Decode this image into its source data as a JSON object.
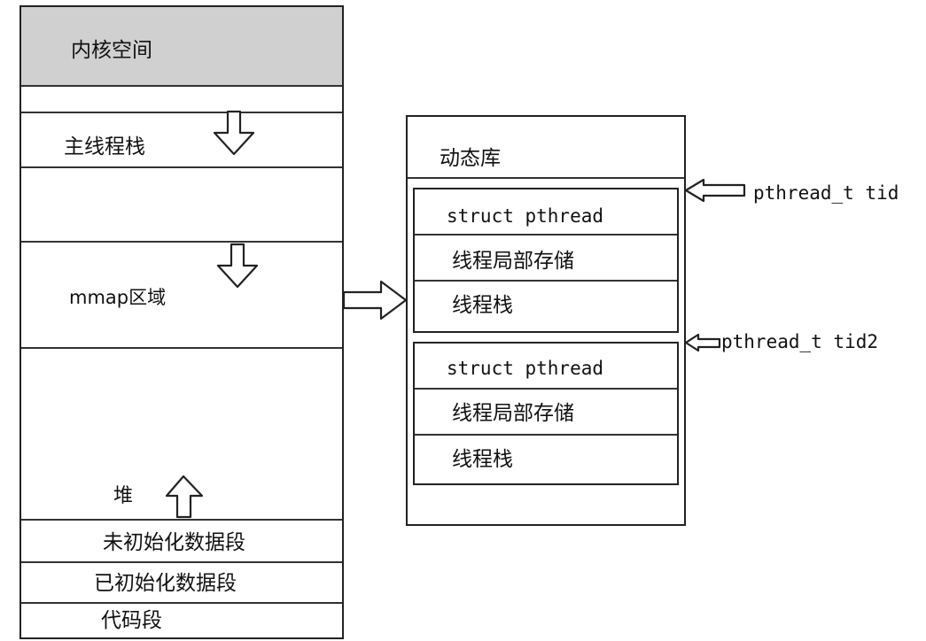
{
  "left_column": {
    "kernel_space": "内核空间",
    "main_thread_stack": "主线程栈",
    "mmap_region": "mmap区域",
    "heap": "堆",
    "bss": "未初始化数据段",
    "data": "已初始化数据段",
    "text": "代码段"
  },
  "right_column": {
    "dynamic_lib": "动态库",
    "thread1": {
      "struct": "struct pthread",
      "tls": "线程局部存储",
      "stack": "线程栈",
      "pointer_label": "pthread_t tid"
    },
    "thread2": {
      "struct": "struct pthread",
      "tls": "线程局部存储",
      "stack": "线程栈",
      "pointer_label": "pthread_t tid2"
    }
  }
}
